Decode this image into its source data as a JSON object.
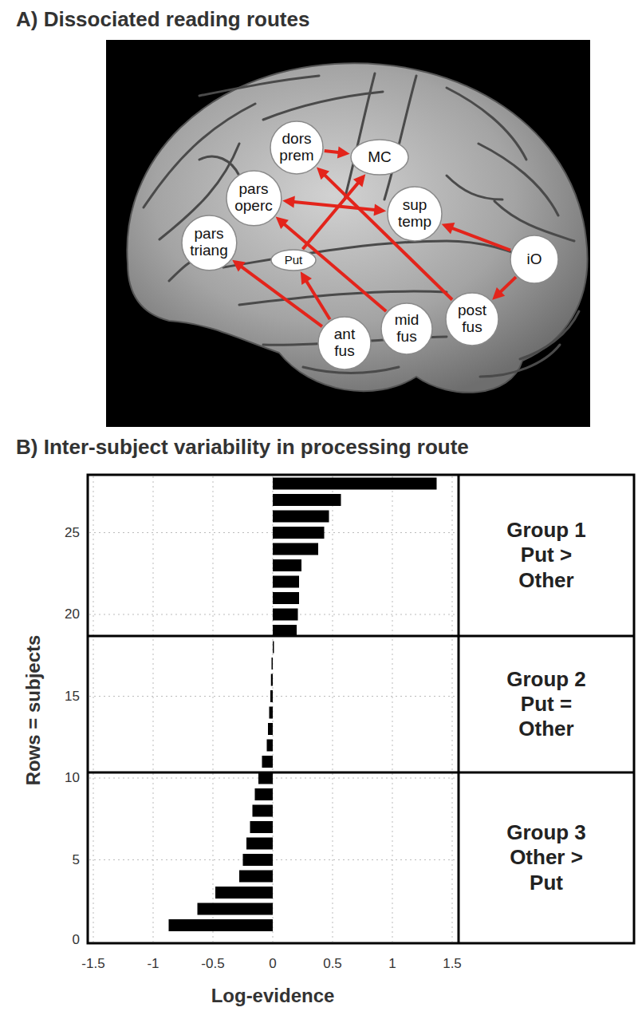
{
  "diagram": {
    "title": "A) Dissociated reading routes",
    "nodes": [
      {
        "text": [
          "dors prem"
        ]
      },
      {
        "text": [
          "MC"
        ]
      },
      {
        "text": [
          "pars operc"
        ]
      },
      {
        "text": [
          "sup temp"
        ]
      },
      {
        "text": [
          "pars triang"
        ]
      },
      {
        "text": [
          "Put"
        ]
      },
      {
        "text": [
          "iO"
        ]
      },
      {
        "text": [
          "ant fus"
        ]
      },
      {
        "text": [
          "mid fus"
        ]
      },
      {
        "text": [
          "post fus"
        ]
      },
      {
        "text": [
          "Group 1 Put > Other"
        ]
      },
      {
        "text": [
          "Group 2 Put = Other"
        ]
      },
      {
        "text": [
          "Group 3 Other > Put"
        ]
      }
    ],
    "edges": [
      {
        "from": 0,
        "to": 1,
        "arrow": "to"
      },
      {
        "from": 2,
        "to": 3,
        "arrow": "both"
      },
      {
        "from": 6,
        "to": 3,
        "arrow": "to"
      },
      {
        "from": 6,
        "to": 9,
        "arrow": "to"
      },
      {
        "from": 9,
        "to": 0,
        "arrow": "to"
      },
      {
        "from": 8,
        "to": 2,
        "arrow": "to"
      },
      {
        "from": 7,
        "to": 4,
        "arrow": "to"
      },
      {
        "from": 7,
        "to": 5,
        "arrow": "to"
      },
      {
        "from": 5,
        "to": 1,
        "arrow": "to"
      }
    ],
    "labels": [
      "B) Inter-subject variability in processing route",
      "25",
      "20",
      "15",
      "10",
      "5",
      "0",
      "-1.5",
      "-1",
      "-0.5",
      "0",
      "0.5",
      "1",
      "1.5",
      "Rows = subjects",
      "Log-evidence"
    ]
  }
}
